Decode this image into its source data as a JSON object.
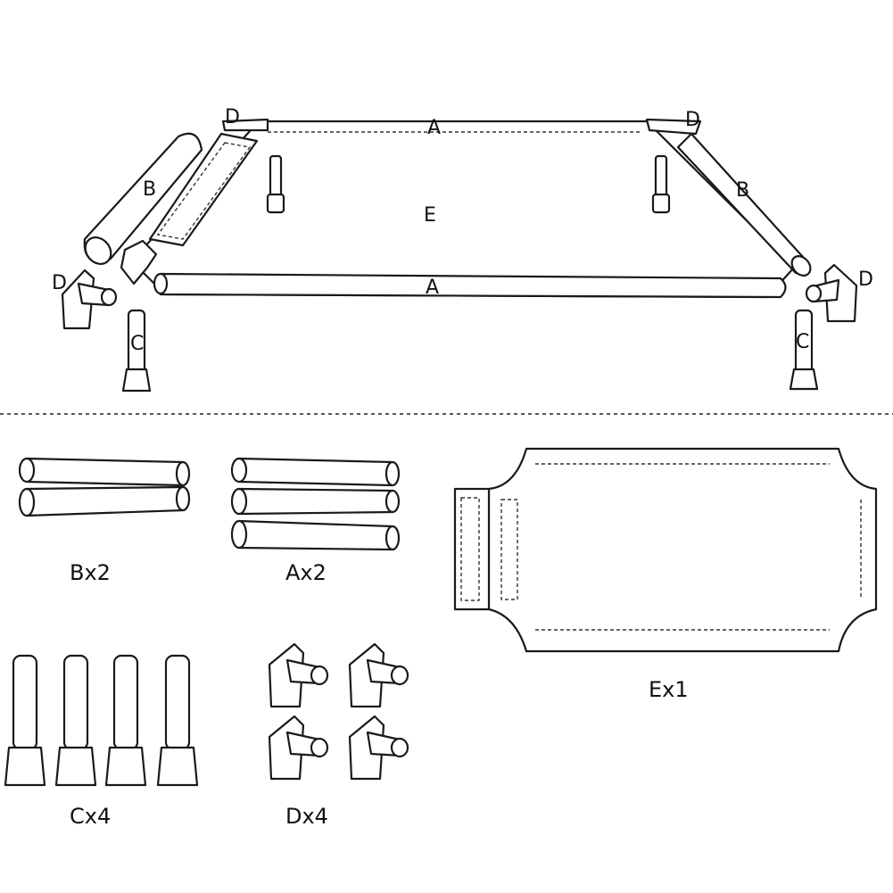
{
  "assembly_labels": {
    "a_top": "A",
    "a_bottom": "A",
    "b_left": "B",
    "b_right": "B",
    "c_left": "C",
    "c_right": "C",
    "d_top_left": "D",
    "d_top_right": "D",
    "d_left": "D",
    "d_right": "D",
    "e_fabric": "E"
  },
  "parts": {
    "b": {
      "caption": "Bx2"
    },
    "a": {
      "caption": "Ax2"
    },
    "e": {
      "caption": "Ex1"
    },
    "c": {
      "caption": "Cx4"
    },
    "d": {
      "caption": "Dx4"
    }
  },
  "colors": {
    "line": "#1a1a1a",
    "background": "#ffffff"
  }
}
